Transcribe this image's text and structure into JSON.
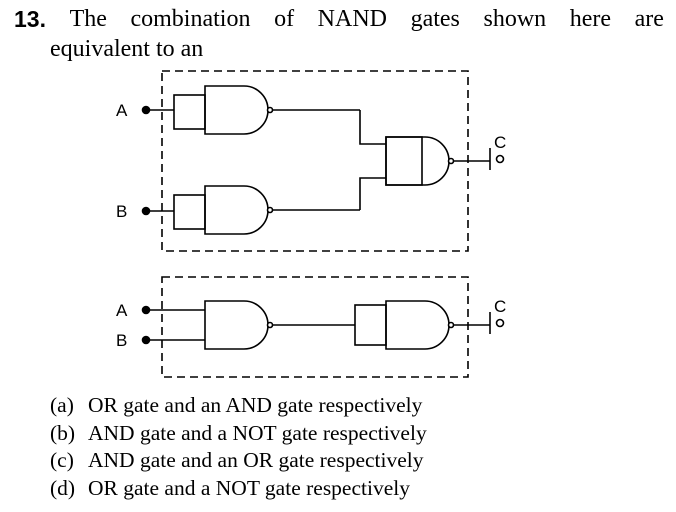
{
  "question": {
    "number": "13.",
    "line1_words": [
      "The",
      "combination",
      "of",
      "NAND",
      "gates",
      "shown",
      "here",
      "are"
    ],
    "line2": "equivalent to an"
  },
  "diagram_top": {
    "input_a": "A",
    "input_b": "B",
    "output": "C"
  },
  "diagram_bottom": {
    "input_a": "A",
    "input_b": "B",
    "output": "C"
  },
  "options": [
    {
      "tag": "(a)",
      "text": "OR gate and an AND gate respectively"
    },
    {
      "tag": "(b)",
      "text": "AND gate and a NOT gate respectively"
    },
    {
      "tag": "(c)",
      "text": "AND gate and an OR gate respectively"
    },
    {
      "tag": "(d)",
      "text": "OR gate and a NOT gate respectively"
    }
  ]
}
